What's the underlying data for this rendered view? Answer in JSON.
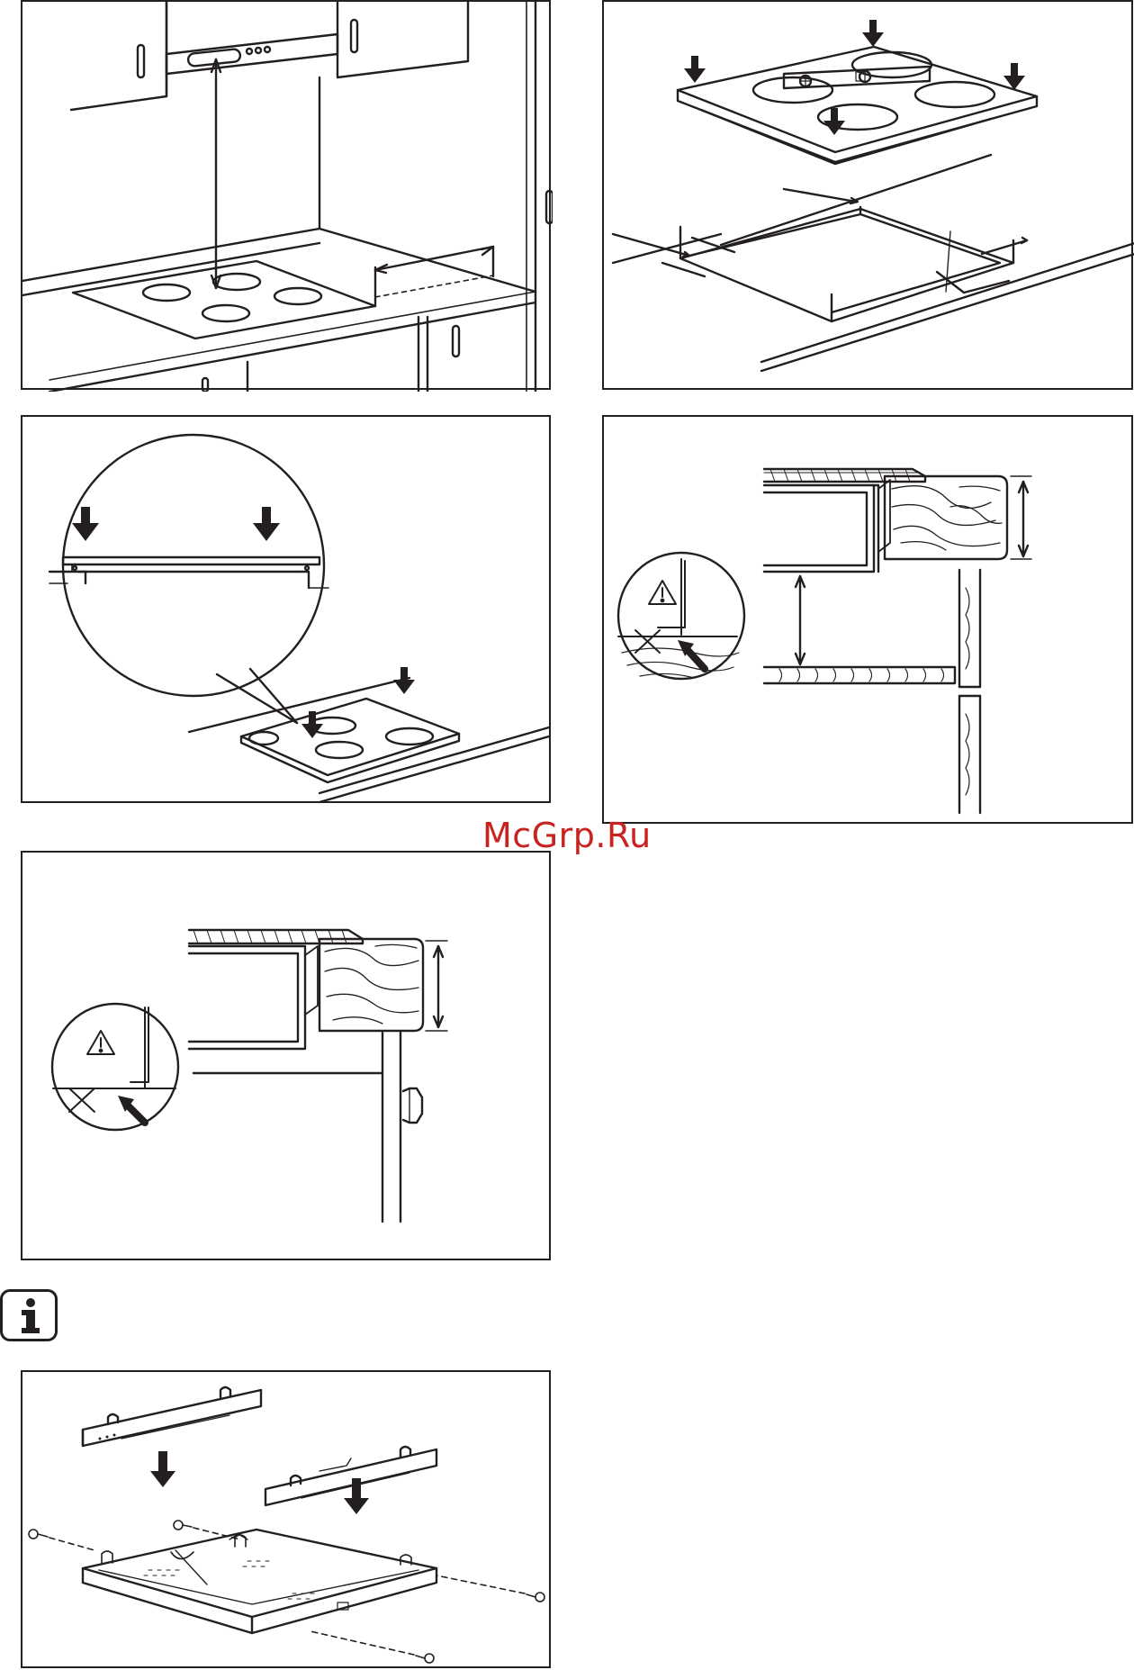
{
  "watermark": {
    "text": "McGrp.Ru",
    "color": "#c8231f"
  },
  "info_icon": {
    "name": "info-icon"
  },
  "figures": [
    {
      "id": "hood-height-and-clearance"
    },
    {
      "id": "seal-cutout-and-level"
    },
    {
      "id": "press-hob-into-cutout"
    },
    {
      "id": "drawer-clearance-warning"
    },
    {
      "id": "door-clearance-warning"
    },
    {
      "id": "protection-box-assembly"
    }
  ],
  "colors": {
    "line": "#231f20",
    "background": "#ffffff"
  }
}
